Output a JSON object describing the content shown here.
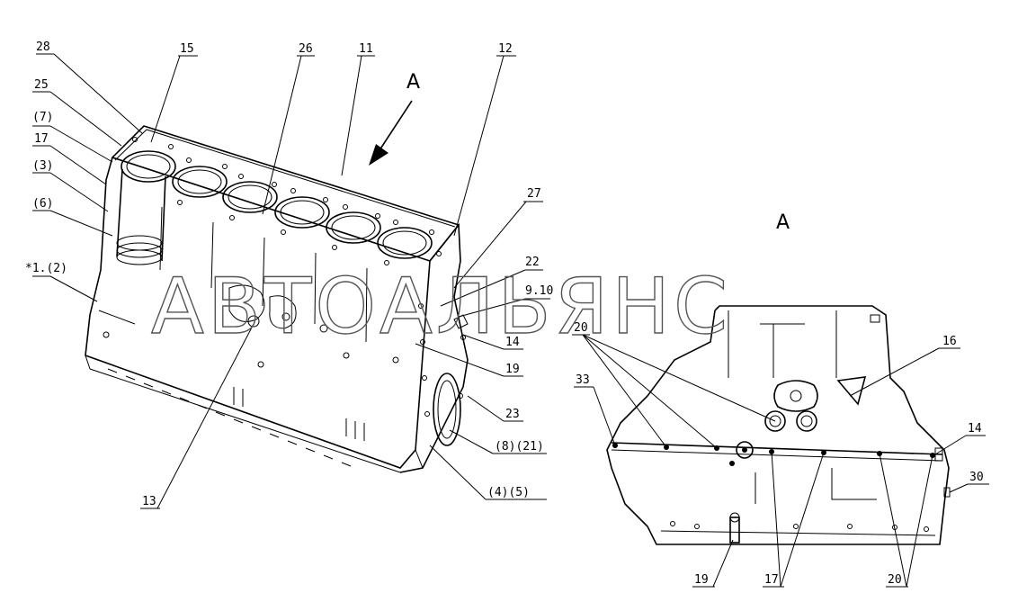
{
  "view_marker": "A",
  "view_title": "A",
  "watermark": "АВТОАЛЬЯНС",
  "callouts_left": [
    {
      "id": "c28",
      "text": "28"
    },
    {
      "id": "c15",
      "text": "15"
    },
    {
      "id": "c26",
      "text": "26"
    },
    {
      "id": "c11",
      "text": "11"
    },
    {
      "id": "c12",
      "text": "12"
    },
    {
      "id": "c25",
      "text": "25"
    },
    {
      "id": "c7",
      "text": "(7)"
    },
    {
      "id": "c17",
      "text": "17"
    },
    {
      "id": "c3",
      "text": "(3)"
    },
    {
      "id": "c6",
      "text": "(6)"
    },
    {
      "id": "c1",
      "text": "*1.(2)"
    },
    {
      "id": "c27",
      "text": "27"
    },
    {
      "id": "c22",
      "text": "22"
    },
    {
      "id": "c910",
      "text": "9.10"
    },
    {
      "id": "c14a",
      "text": "14"
    },
    {
      "id": "c19a",
      "text": "19"
    },
    {
      "id": "c23",
      "text": "23"
    },
    {
      "id": "c821",
      "text": "(8)(21)"
    },
    {
      "id": "c45",
      "text": "(4)(5)"
    },
    {
      "id": "c13",
      "text": "13"
    }
  ],
  "callouts_right": [
    {
      "id": "r20a",
      "text": "20"
    },
    {
      "id": "r16",
      "text": "16"
    },
    {
      "id": "r33",
      "text": "33"
    },
    {
      "id": "r14",
      "text": "14"
    },
    {
      "id": "r30",
      "text": "30"
    },
    {
      "id": "r19",
      "text": "19"
    },
    {
      "id": "r17",
      "text": "17"
    },
    {
      "id": "r20b",
      "text": "20"
    }
  ]
}
